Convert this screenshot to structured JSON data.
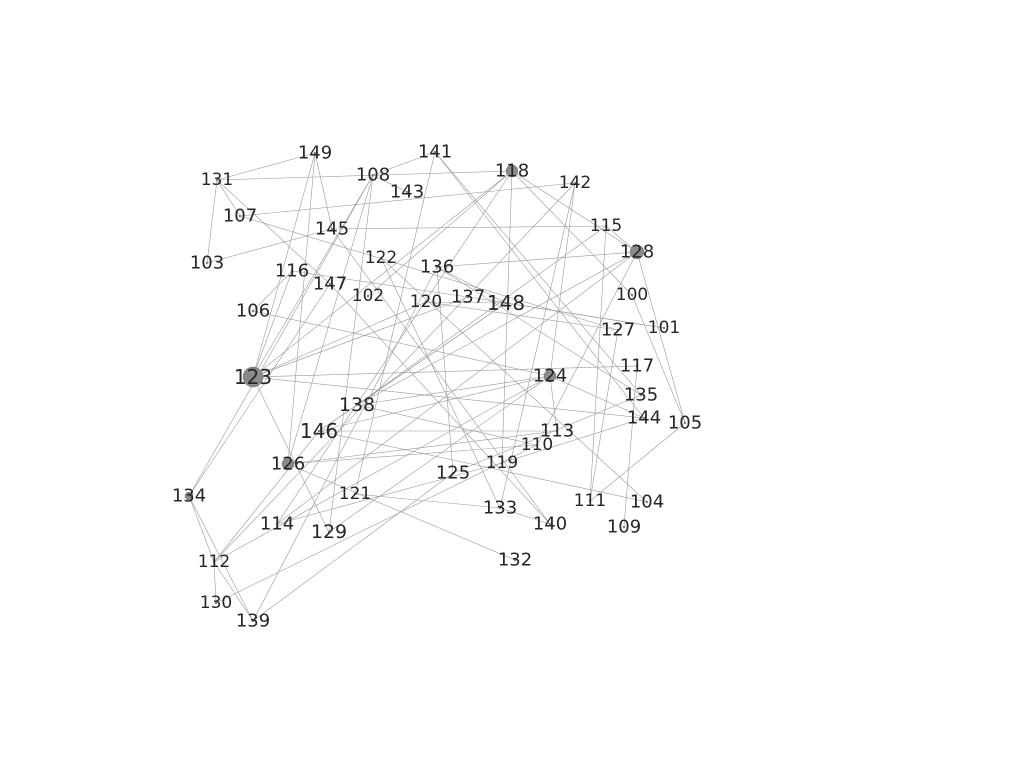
{
  "graph": {
    "nodes": [
      {
        "id": "100"
      },
      {
        "id": "101"
      },
      {
        "id": "102"
      },
      {
        "id": "103"
      },
      {
        "id": "104"
      },
      {
        "id": "105"
      },
      {
        "id": "106"
      },
      {
        "id": "107"
      },
      {
        "id": "108"
      },
      {
        "id": "109"
      },
      {
        "id": "110"
      },
      {
        "id": "111"
      },
      {
        "id": "112"
      },
      {
        "id": "113"
      },
      {
        "id": "114"
      },
      {
        "id": "115"
      },
      {
        "id": "116"
      },
      {
        "id": "117"
      },
      {
        "id": "118"
      },
      {
        "id": "119"
      },
      {
        "id": "120"
      },
      {
        "id": "121"
      },
      {
        "id": "122"
      },
      {
        "id": "123"
      },
      {
        "id": "124"
      },
      {
        "id": "125"
      },
      {
        "id": "126"
      },
      {
        "id": "127"
      },
      {
        "id": "128"
      },
      {
        "id": "129"
      },
      {
        "id": "130"
      },
      {
        "id": "131"
      },
      {
        "id": "132"
      },
      {
        "id": "133"
      },
      {
        "id": "134"
      },
      {
        "id": "135"
      },
      {
        "id": "136"
      },
      {
        "id": "137"
      },
      {
        "id": "138"
      },
      {
        "id": "139"
      },
      {
        "id": "140"
      },
      {
        "id": "141"
      },
      {
        "id": "142"
      },
      {
        "id": "143"
      },
      {
        "id": "144"
      },
      {
        "id": "145"
      },
      {
        "id": "146"
      },
      {
        "id": "147"
      },
      {
        "id": "148"
      },
      {
        "id": "149"
      }
    ],
    "edges": [
      [
        "149",
        "131"
      ],
      [
        "149",
        "145"
      ],
      [
        "149",
        "123"
      ],
      [
        "149",
        "126"
      ],
      [
        "131",
        "118"
      ],
      [
        "131",
        "107"
      ],
      [
        "131",
        "103"
      ],
      [
        "131",
        "147"
      ],
      [
        "108",
        "143"
      ],
      [
        "108",
        "123"
      ],
      [
        "108",
        "126"
      ],
      [
        "108",
        "134"
      ],
      [
        "108",
        "129"
      ],
      [
        "108",
        "141"
      ],
      [
        "141",
        "121"
      ],
      [
        "141",
        "135"
      ],
      [
        "141",
        "144"
      ],
      [
        "118",
        "123"
      ],
      [
        "118",
        "128"
      ],
      [
        "118",
        "114"
      ],
      [
        "118",
        "119"
      ],
      [
        "118",
        "100"
      ],
      [
        "118",
        "102"
      ],
      [
        "142",
        "107"
      ],
      [
        "142",
        "124"
      ],
      [
        "142",
        "133"
      ],
      [
        "142",
        "112"
      ],
      [
        "103",
        "145"
      ],
      [
        "107",
        "127"
      ],
      [
        "115",
        "128"
      ],
      [
        "115",
        "145"
      ],
      [
        "115",
        "138"
      ],
      [
        "115",
        "111"
      ],
      [
        "128",
        "136"
      ],
      [
        "128",
        "138"
      ],
      [
        "128",
        "114"
      ],
      [
        "128",
        "105"
      ],
      [
        "128",
        "110"
      ],
      [
        "122",
        "133"
      ],
      [
        "122",
        "104"
      ],
      [
        "116",
        "106"
      ],
      [
        "116",
        "123"
      ],
      [
        "116",
        "137"
      ],
      [
        "147",
        "134"
      ],
      [
        "147",
        "140"
      ],
      [
        "136",
        "148"
      ],
      [
        "136",
        "135"
      ],
      [
        "136",
        "125"
      ],
      [
        "136",
        "139"
      ],
      [
        "120",
        "148"
      ],
      [
        "120",
        "127"
      ],
      [
        "120",
        "123"
      ],
      [
        "137",
        "123"
      ],
      [
        "137",
        "101"
      ],
      [
        "148",
        "101"
      ],
      [
        "148",
        "138"
      ],
      [
        "148",
        "146"
      ],
      [
        "106",
        "124"
      ],
      [
        "123",
        "117"
      ],
      [
        "123",
        "144"
      ],
      [
        "123",
        "129"
      ],
      [
        "124",
        "146"
      ],
      [
        "124",
        "144"
      ],
      [
        "124",
        "112"
      ],
      [
        "124",
        "129"
      ],
      [
        "124",
        "113"
      ],
      [
        "138",
        "124"
      ],
      [
        "138",
        "110"
      ],
      [
        "138",
        "146"
      ],
      [
        "146",
        "104"
      ],
      [
        "146",
        "112"
      ],
      [
        "146",
        "113"
      ],
      [
        "126",
        "113"
      ],
      [
        "126",
        "132"
      ],
      [
        "134",
        "112"
      ],
      [
        "134",
        "139"
      ],
      [
        "110",
        "130"
      ],
      [
        "110",
        "126"
      ],
      [
        "125",
        "135"
      ],
      [
        "125",
        "139"
      ],
      [
        "119",
        "114"
      ],
      [
        "119",
        "144"
      ],
      [
        "133",
        "121"
      ],
      [
        "133",
        "140"
      ],
      [
        "105",
        "100"
      ],
      [
        "105",
        "111"
      ],
      [
        "111",
        "127"
      ],
      [
        "109",
        "117"
      ],
      [
        "140",
        "145"
      ],
      [
        "112",
        "130"
      ],
      [
        "112",
        "139"
      ]
    ]
  }
}
